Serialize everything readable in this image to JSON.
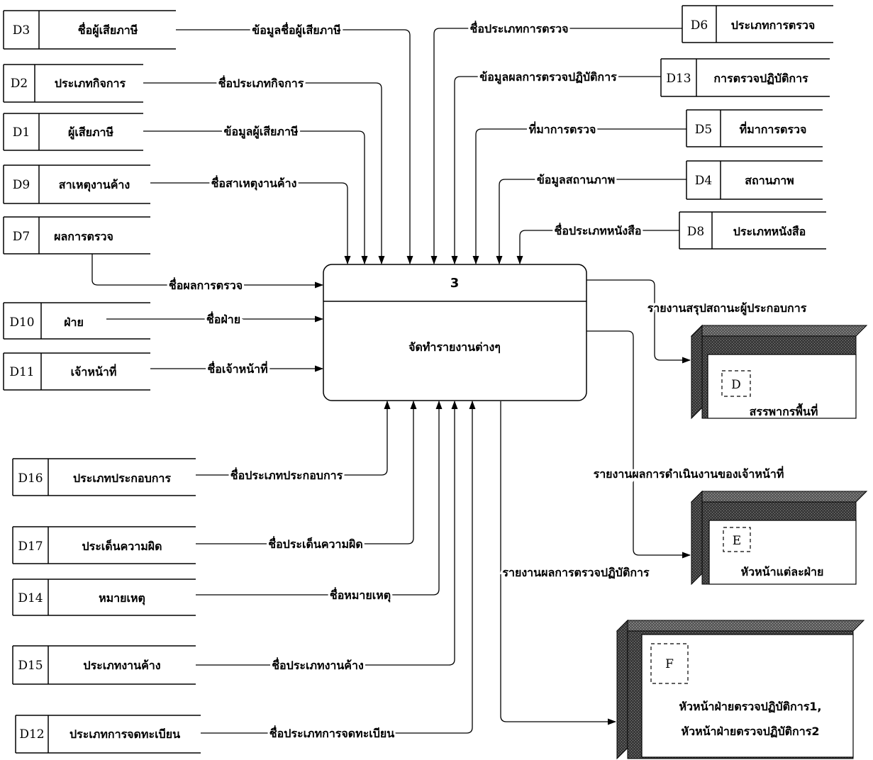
{
  "process": {
    "number": "3",
    "name": "จัดทำรายงานต่างๆ"
  },
  "data_stores": [
    {
      "id": "D3",
      "name": "ชื่อผู้เสียภาษี",
      "flow": "ข้อมูลชื่อผู้เสียภาษี"
    },
    {
      "id": "D2",
      "name": "ประเภทกิจการ",
      "flow": "ชื่อประเภทกิจการ"
    },
    {
      "id": "D1",
      "name": "ผู้เสียภาษี",
      "flow": "ข้อมูลผู้เสียภาษี"
    },
    {
      "id": "D9",
      "name": "สาเหตุงานค้าง",
      "flow": "ชื่อสาเหตุงานค้าง"
    },
    {
      "id": "D7",
      "name": "ผลการตรวจ",
      "flow": "ชื่อผลการตรวจ"
    },
    {
      "id": "D10",
      "name": "ฝ่าย",
      "flow": "ชื่อฝ่าย"
    },
    {
      "id": "D11",
      "name": "เจ้าหน้าที่",
      "flow": "ชื่อเจ้าหน้าที่"
    },
    {
      "id": "D6",
      "name": "ประเภทการตรวจ",
      "flow": "ชื่อประเภทการตรวจ"
    },
    {
      "id": "D13",
      "name": "การตรวจปฏิบัติการ",
      "flow": "ข้อมูลผลการตรวจปฏิบัติการ"
    },
    {
      "id": "D5",
      "name": "ที่มาการตรวจ",
      "flow": "ที่มาการตรวจ"
    },
    {
      "id": "D4",
      "name": "สถานภาพ",
      "flow": "ข้อมูลสถานภาพ"
    },
    {
      "id": "D8",
      "name": "ประเภทหนังสือ",
      "flow": "ชื่อประเภทหนังสือ"
    },
    {
      "id": "D16",
      "name": "ประเภทประกอบการ",
      "flow": "ชื่อประเภทประกอบการ"
    },
    {
      "id": "D17",
      "name": "ประเด็นความผิด",
      "flow": "ชื่อประเด็นความผิด"
    },
    {
      "id": "D14",
      "name": "หมายเหตุ",
      "flow": "ชื่อหมายเหตุ"
    },
    {
      "id": "D15",
      "name": "ประเภทงานค้าง",
      "flow": "ชื่อประเภทงานค้าง"
    },
    {
      "id": "D12",
      "name": "ประเภทการจดทะเบียน",
      "flow": "ชื่อประเภทการจดทะเบียน"
    }
  ],
  "entities": [
    {
      "id": "D",
      "name": "สรรพากรพื้นที่",
      "flow": "รายงานสรุปสถานะผู้ประกอบการ"
    },
    {
      "id": "E",
      "name": "หัวหน้าแต่ละฝ่าย",
      "flow": "รายงานผลการดำเนินงานของเจ้าหน้าที่"
    },
    {
      "id": "F",
      "name_lines": [
        "หัวหน้าฝ่ายตรวจปฏิบัติการ1,",
        "หัวหน้าฝ่ายตรวจปฏิบัติการ2"
      ],
      "flow": "รายงานผลการตรวจปฏิบัติการ"
    }
  ],
  "colors": {
    "line": "#000000",
    "entity_front": "#ffffff",
    "entity_top": "#6a6a6a",
    "entity_side": "#3c3c3c"
  }
}
